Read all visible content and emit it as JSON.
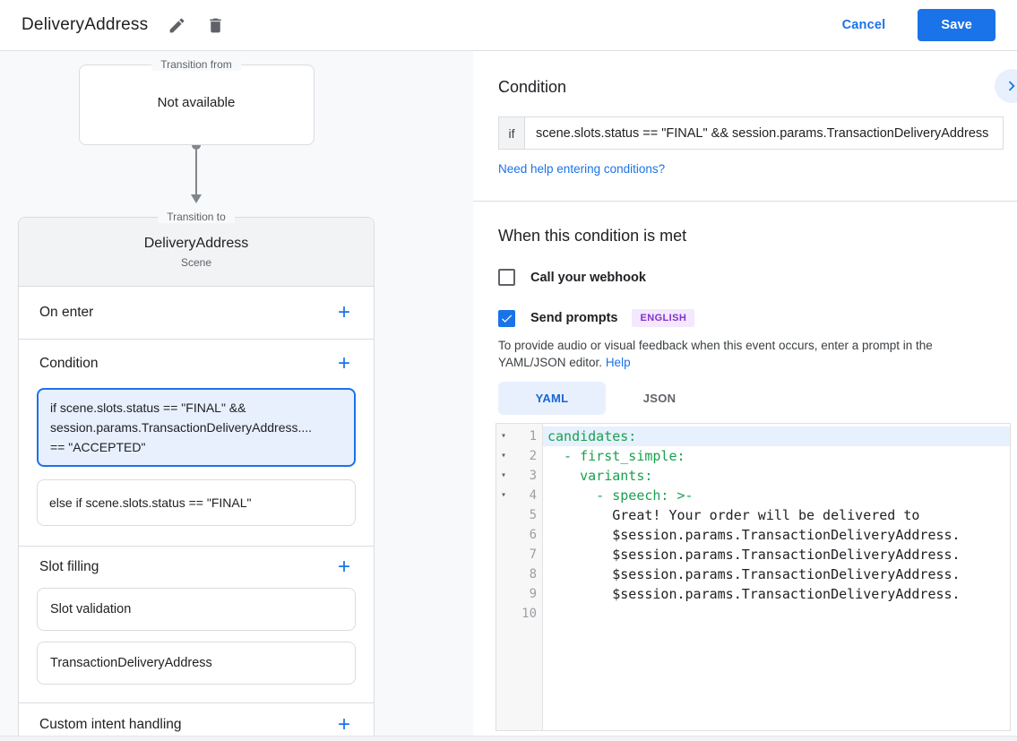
{
  "header": {
    "title": "DeliveryAddress",
    "cancel_label": "Cancel",
    "save_label": "Save"
  },
  "accent_color": "#1a73e8",
  "diagram": {
    "transition_from": {
      "label": "Transition from",
      "value": "Not available"
    },
    "transition_to_label": "Transition to",
    "scene": {
      "name": "DeliveryAddress",
      "type": "Scene"
    },
    "add_icon": "+",
    "on_enter_label": "On enter",
    "condition_label": "Condition",
    "slot_filling_label": "Slot filling",
    "custom_intent_label": "Custom intent handling",
    "condition_cards": [
      {
        "line1": "if scene.slots.status == \"FINAL\" &&",
        "line2": "session.params.TransactionDeliveryAddress....",
        "line3": "== \"ACCEPTED\""
      },
      {
        "line1": "else if scene.slots.status == \"FINAL\""
      }
    ],
    "slot_cards": [
      {
        "label": "Slot validation"
      },
      {
        "label": "TransactionDeliveryAddress"
      }
    ]
  },
  "panel": {
    "condition_title": "Condition",
    "if_label": "if",
    "if_value": "scene.slots.status == \"FINAL\" && session.params.TransactionDeliveryAddress",
    "help_link": "Need help entering conditions?",
    "when_title": "When this condition is met",
    "webhook_label": "Call your webhook",
    "prompts_label": "Send prompts",
    "language_badge": "ENGLISH",
    "description": "To provide audio or visual feedback when this event occurs, enter a prompt in the YAML/JSON editor.",
    "help_word": "Help",
    "tab_yaml": "YAML",
    "tab_json": "JSON"
  },
  "editor": {
    "fold_icon": "▾",
    "lines": [
      {
        "num": "1",
        "text": "candidates:"
      },
      {
        "num": "2",
        "text": "  - first_simple:"
      },
      {
        "num": "3",
        "text": "    variants:"
      },
      {
        "num": "4",
        "text": "      - speech: >-"
      },
      {
        "num": "5",
        "text": "        Great! Your order will be delivered to"
      },
      {
        "num": "6",
        "text": "        $session.params.TransactionDeliveryAddress."
      },
      {
        "num": "7",
        "text": "        $session.params.TransactionDeliveryAddress."
      },
      {
        "num": "8",
        "text": "        $session.params.TransactionDeliveryAddress."
      },
      {
        "num": "9",
        "text": "        $session.params.TransactionDeliveryAddress."
      },
      {
        "num": "10",
        "text": ""
      }
    ]
  }
}
